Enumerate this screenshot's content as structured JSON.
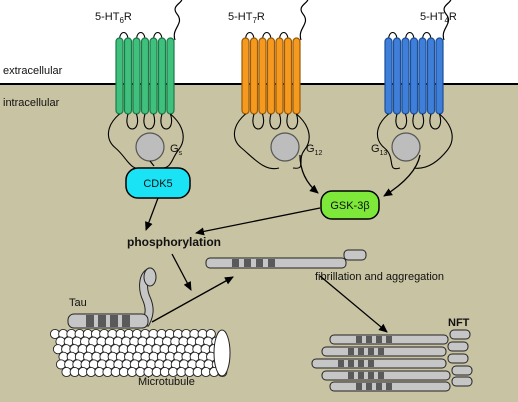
{
  "compartments": {
    "extracellular": "extracellular",
    "intracellular": "intracellular"
  },
  "receptors": [
    {
      "base": "5-HT",
      "sub": "6",
      "tail": "R",
      "g_base": "G",
      "g_sub": "s",
      "color": "#3fc07c",
      "stroke": "#1c7a49"
    },
    {
      "base": "5-HT",
      "sub": "7",
      "tail": "R",
      "g_base": "G",
      "g_sub": "12",
      "color": "#f59a1e",
      "stroke": "#9a5a06"
    },
    {
      "base": "5-HT",
      "sub": "4",
      "tail": "R",
      "g_base": "G",
      "g_sub": "13",
      "color": "#3f7fd9",
      "stroke": "#1d4f99"
    }
  ],
  "kinases": {
    "cdk5": {
      "label": "CDK5",
      "color": "#19e3f5"
    },
    "gsk3b": {
      "label": "GSK-3β",
      "color": "#7de83a"
    }
  },
  "labels": {
    "phosphorylation": "phosphorylation",
    "fibrillation": "fibrillation and aggregation",
    "nft": "NFT",
    "tau": "Tau",
    "microtubule": "Microtubule"
  },
  "colors": {
    "cytoplasm": "#c8c3a2",
    "membrane": "#000000",
    "g_protein": "#bdbdbd",
    "tau": "#c6c6c6",
    "tau_repeat": "#5a5a5a"
  }
}
